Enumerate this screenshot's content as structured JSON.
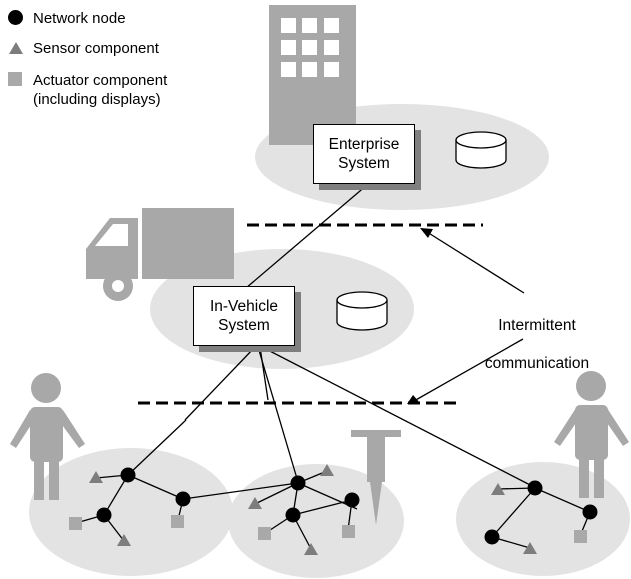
{
  "legend": {
    "network_node": "Network node",
    "sensor_component": "Sensor component",
    "actuator_component_line1": "Actuator component",
    "actuator_component_line2": "(including displays)"
  },
  "enterprise_system": {
    "line1": "Enterprise",
    "line2": "System"
  },
  "in_vehicle_system": {
    "line1": "In-Vehicle",
    "line2": "System"
  },
  "intermittent_communication": {
    "line1": "Intermittent",
    "line2": "communication"
  },
  "colors": {
    "node": "#000000",
    "component_gray": "#a9a9a9",
    "ellipse_gray": "#e3e3e3",
    "figure_gray": "#a8a8a8",
    "shadow_gray": "#7f7f7f"
  }
}
